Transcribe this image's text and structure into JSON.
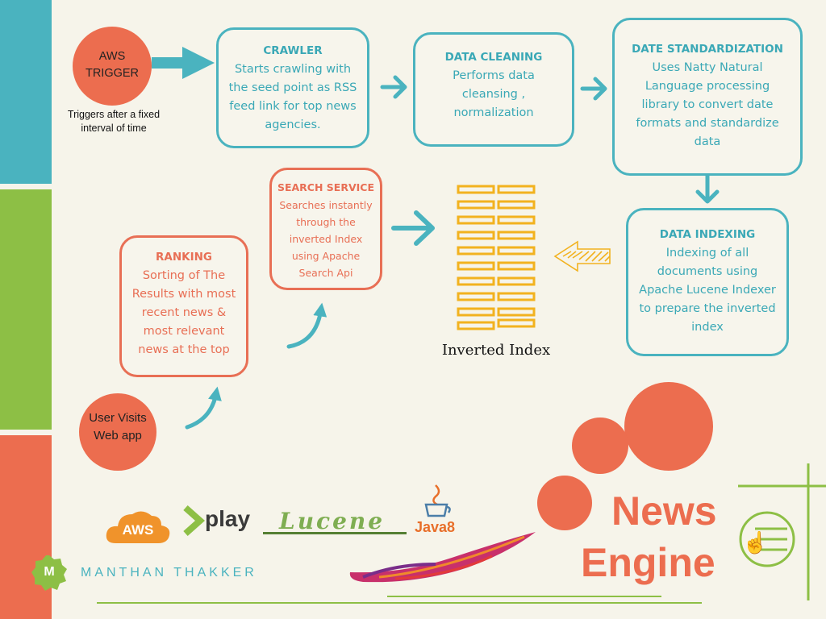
{
  "trigger": {
    "label": "AWS\nTRIGGER",
    "note": "Triggers after a fixed interval of time"
  },
  "boxes": {
    "crawler": {
      "title": "CRAWLER",
      "desc": "Starts crawling  with the seed point as RSS feed link for top news agencies."
    },
    "cleaning": {
      "title": "DATA CLEANING",
      "desc": "Performs data cleansing , normalization"
    },
    "date": {
      "title": "DATE STANDARDIZATION",
      "desc": "Uses Natty Natural Language processing library to convert date formats and standardize data"
    },
    "indexing": {
      "title": "DATA INDEXING",
      "desc": "Indexing of all documents using Apache Lucene Indexer to prepare the inverted index"
    },
    "search": {
      "title": "SEARCH SERVICE",
      "desc": "Searches instantly through the inverted Index using Apache Search Api"
    },
    "ranking": {
      "title": "RANKING",
      "desc": "Sorting of The Results with most recent news & most relevant news at the top"
    }
  },
  "inverted_index_label": "Inverted Index",
  "user": {
    "label": "User Visits Web app"
  },
  "logos": {
    "aws": "AWS",
    "play": "play",
    "lucene": "Lucene",
    "java": "Java8"
  },
  "author": {
    "initial": "M",
    "name": "MANTHAN THAKKER"
  },
  "brand": {
    "line1": "News",
    "line2": "Engine"
  },
  "colors": {
    "teal": "#4ab3bf",
    "coral": "#ec6d4f",
    "green": "#8dbf45",
    "index_gold": "#f2b21f"
  }
}
